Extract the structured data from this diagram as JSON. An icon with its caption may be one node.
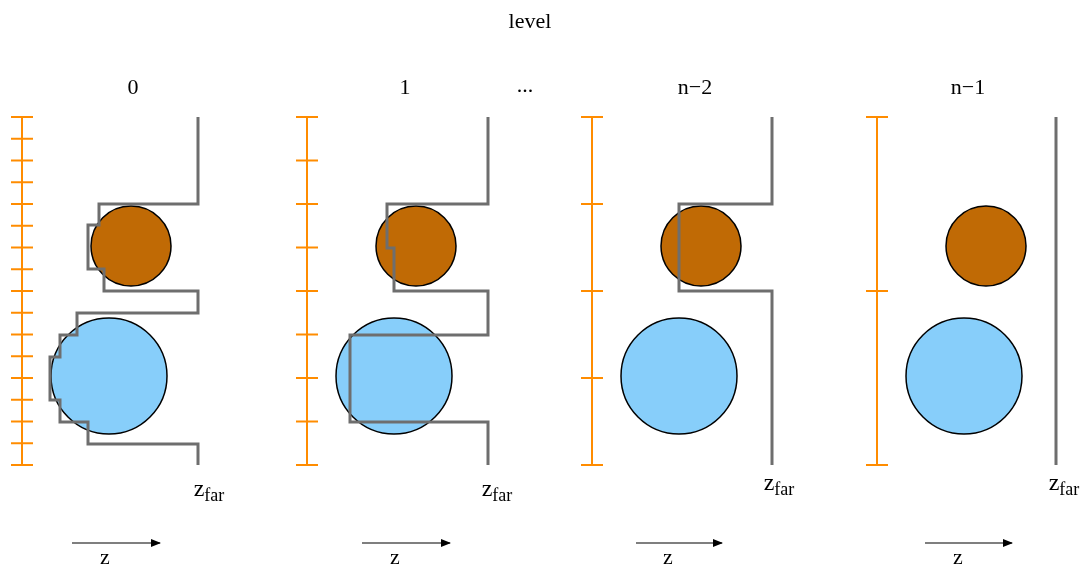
{
  "diagram": {
    "title": "level",
    "labels": [
      "0",
      "1",
      "...",
      "n−2",
      "n−1",
      "z$_{far}$",
      "z$_{far}$",
      "z$_{far}$",
      "z$_{far}$",
      "z",
      "z",
      "z",
      "z"
    ]
  }
}
